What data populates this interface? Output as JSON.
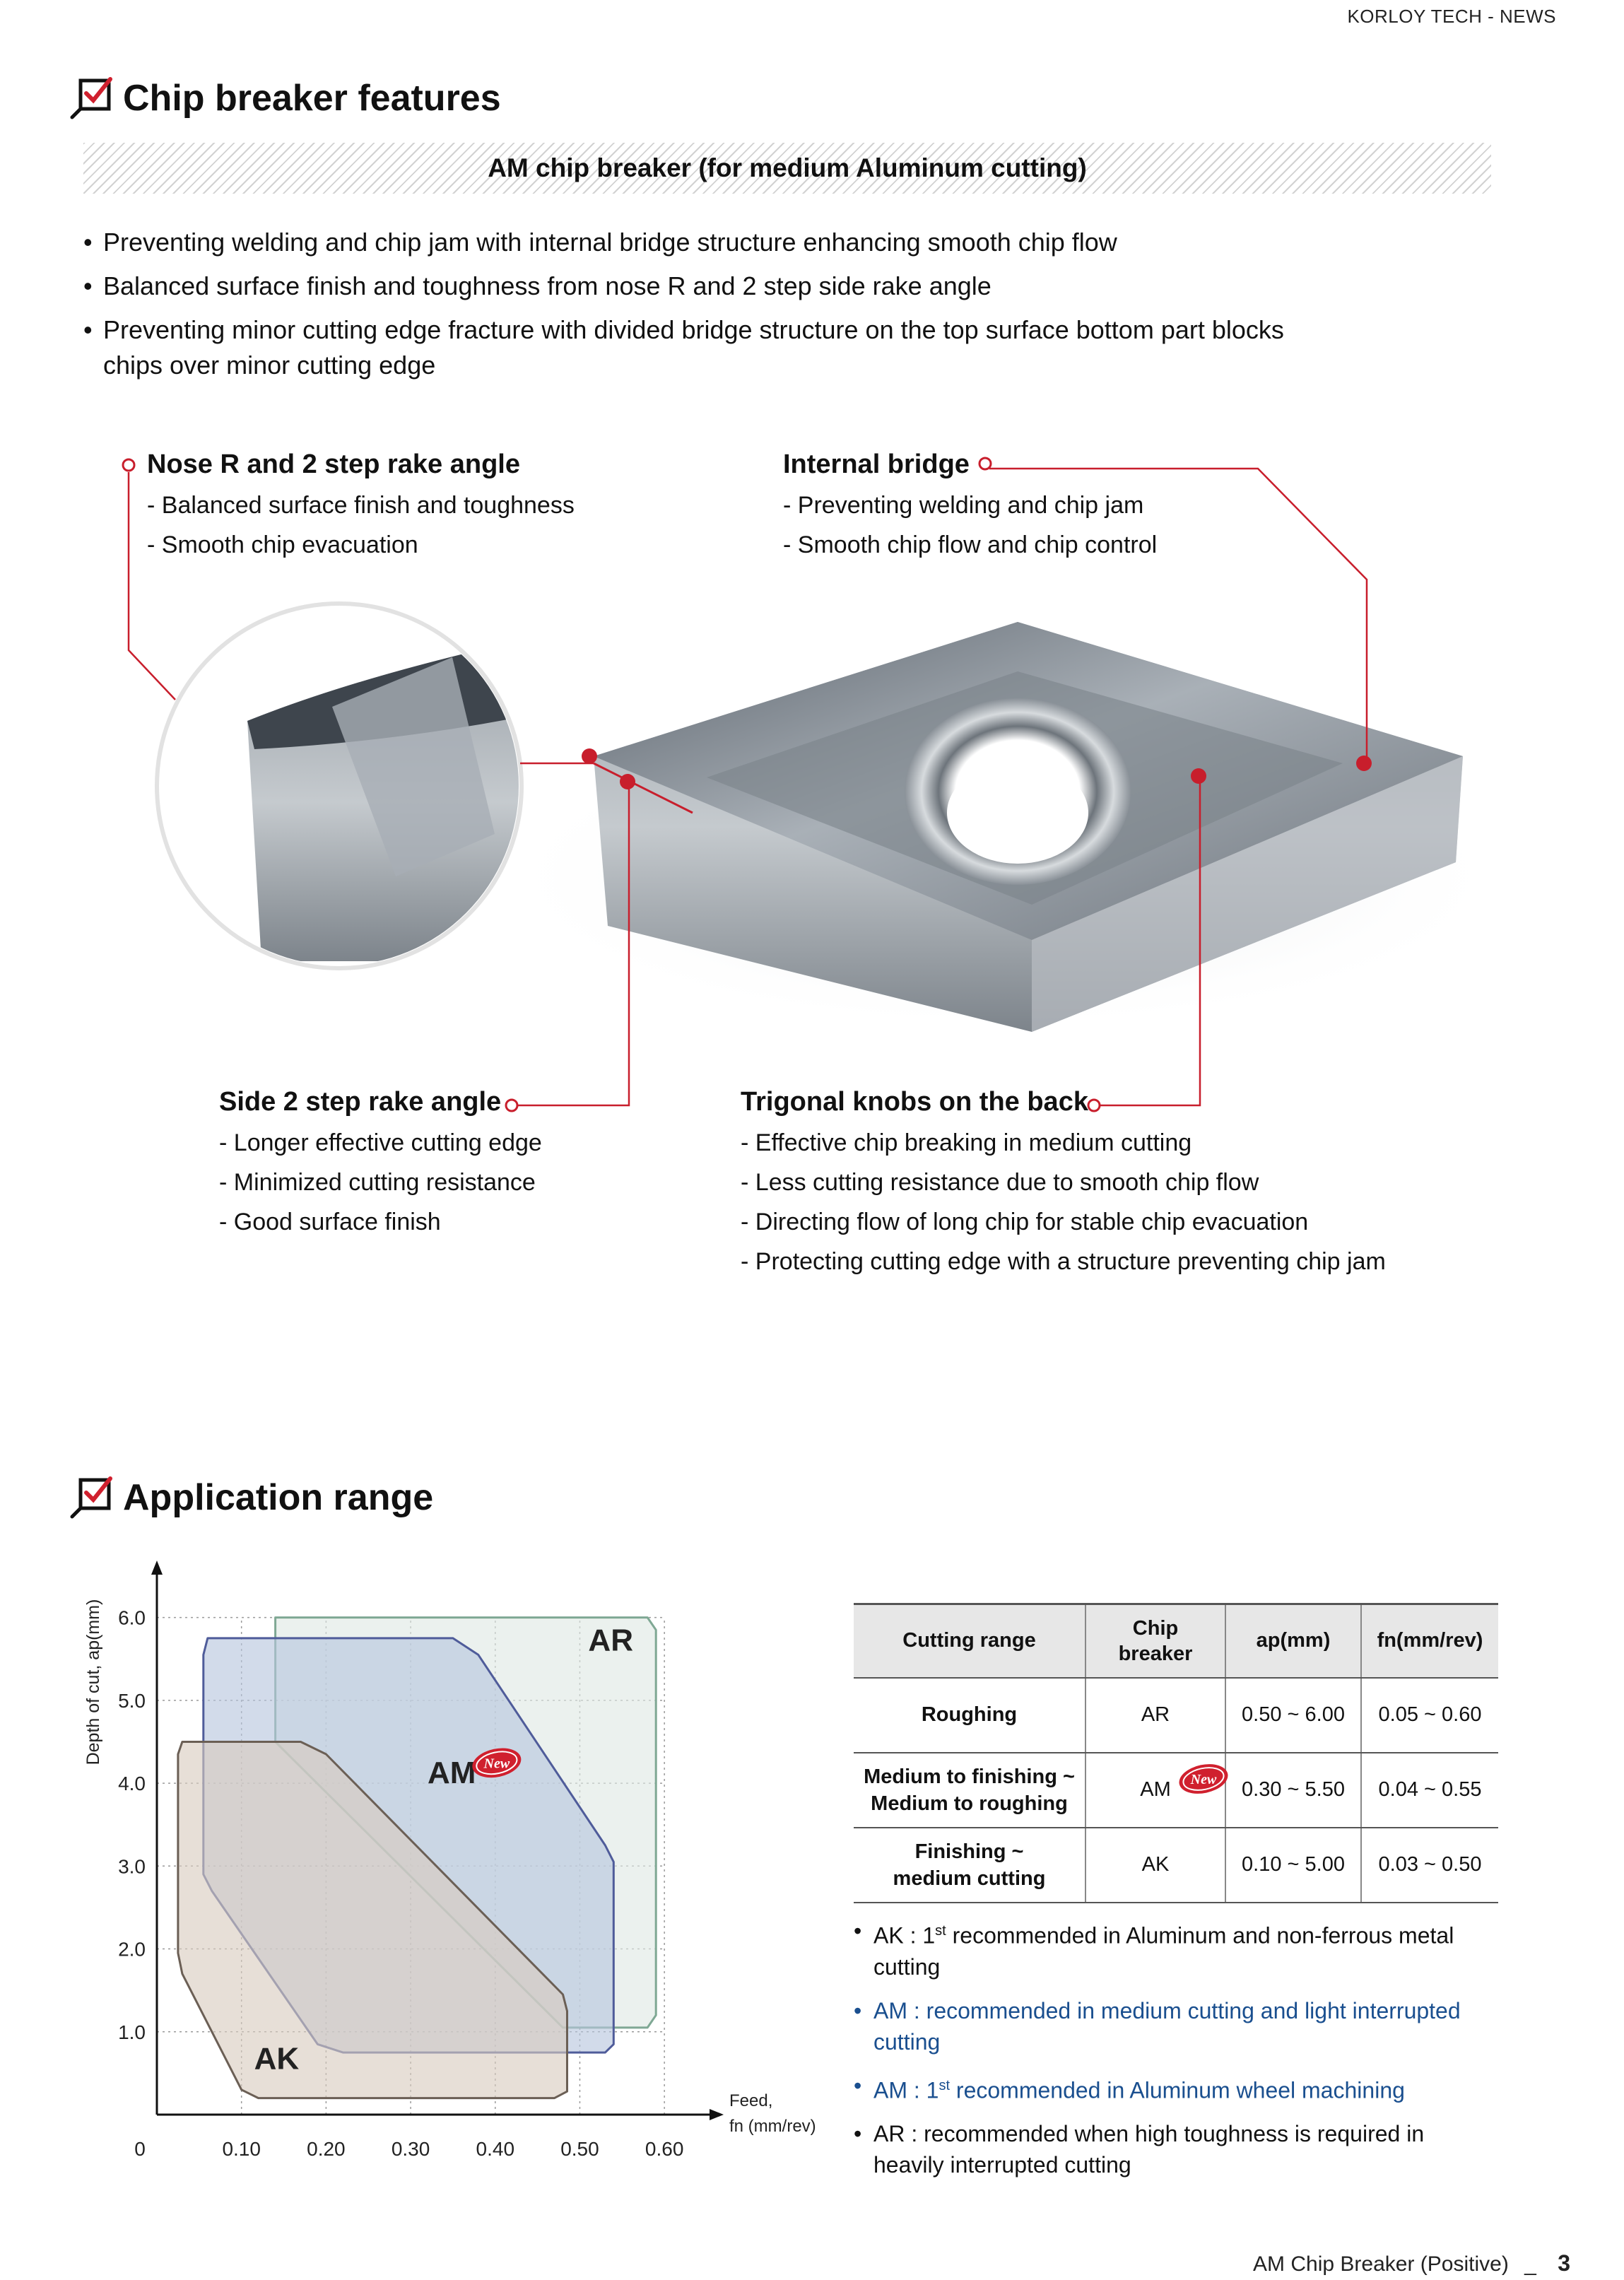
{
  "header": {
    "tag": "KORLOY TECH - NEWS"
  },
  "section1": {
    "title": "Chip breaker features",
    "banner": "AM chip breaker (for medium Aluminum cutting)",
    "bullets": [
      "Preventing welding and chip jam with internal bridge structure enhancing smooth chip flow",
      "Balanced surface finish and toughness from nose R and 2 step side rake angle",
      "Preventing minor cutting edge fracture with divided bridge structure on the top surface bottom part blocks chips over minor cutting edge"
    ]
  },
  "features": {
    "nose": {
      "title": "Nose R and 2 step rake angle",
      "items": [
        "Balanced surface finish and toughness",
        "Smooth chip evacuation"
      ]
    },
    "bridge": {
      "title": "Internal bridge",
      "items": [
        "Preventing welding and chip jam",
        "Smooth chip flow and chip control"
      ]
    },
    "side": {
      "title": "Side 2 step rake angle",
      "items": [
        "Longer effective cutting edge",
        "Minimized cutting resistance",
        "Good surface finish"
      ]
    },
    "knobs": {
      "title": "Trigonal knobs on the back",
      "items": [
        "Effective chip breaking in medium cutting",
        "Less cutting resistance due to smooth chip flow",
        "Directing flow of long chip for stable chip evacuation",
        "Protecting cutting edge with a structure preventing chip jam"
      ]
    }
  },
  "section2": {
    "title": "Application range"
  },
  "badge": {
    "label": "New"
  },
  "chart_data": {
    "type": "area",
    "ylabel": "Depth of cut, ap(mm)",
    "xlabel": "Feed,",
    "xlabel_unit": "fn (mm/rev)",
    "origin_label": "0",
    "x_ticks": [
      "0.10",
      "0.20",
      "0.30",
      "0.40",
      "0.50",
      "0.60"
    ],
    "y_ticks": [
      "1.0",
      "2.0",
      "3.0",
      "4.0",
      "5.0",
      "6.0"
    ],
    "xlim": [
      0,
      0.65
    ],
    "ylim": [
      0,
      6.5
    ],
    "grid": true,
    "series": [
      {
        "name": "AR",
        "color": "#7fa894",
        "fill": "#dfe9e4",
        "points": [
          [
            0.14,
            4.5
          ],
          [
            0.14,
            6.0
          ],
          [
            0.58,
            6.0
          ],
          [
            0.59,
            5.85
          ],
          [
            0.59,
            1.2
          ],
          [
            0.58,
            1.05
          ],
          [
            0.48,
            1.05
          ],
          [
            0.14,
            4.5
          ]
        ]
      },
      {
        "name": "AM",
        "color": "#4f5c9a",
        "fill": "#b7c5dd",
        "points": [
          [
            0.055,
            5.55
          ],
          [
            0.06,
            5.75
          ],
          [
            0.35,
            5.75
          ],
          [
            0.38,
            5.55
          ],
          [
            0.53,
            3.25
          ],
          [
            0.54,
            3.05
          ],
          [
            0.54,
            0.85
          ],
          [
            0.53,
            0.75
          ],
          [
            0.22,
            0.75
          ],
          [
            0.19,
            0.85
          ],
          [
            0.065,
            2.7
          ],
          [
            0.055,
            2.9
          ],
          [
            0.055,
            5.55
          ]
        ]
      },
      {
        "name": "AK",
        "color": "#6b5f55",
        "fill": "#d9cbbe",
        "points": [
          [
            0.025,
            4.35
          ],
          [
            0.03,
            4.5
          ],
          [
            0.17,
            4.5
          ],
          [
            0.2,
            4.35
          ],
          [
            0.48,
            1.45
          ],
          [
            0.485,
            1.25
          ],
          [
            0.485,
            0.28
          ],
          [
            0.47,
            0.2
          ],
          [
            0.12,
            0.2
          ],
          [
            0.1,
            0.3
          ],
          [
            0.03,
            1.7
          ],
          [
            0.025,
            1.95
          ],
          [
            0.025,
            4.35
          ]
        ]
      }
    ]
  },
  "table": {
    "headers": [
      "Cutting range",
      "Chip breaker",
      "ap(mm)",
      "fn(mm/rev)"
    ],
    "rows": [
      {
        "range": "Roughing",
        "breaker": "AR",
        "ap": "0.50 ~ 6.00",
        "fn": "0.05 ~ 0.60"
      },
      {
        "range_line1": "Medium to finishing ~",
        "range_line2": "Medium to roughing",
        "breaker": "AM",
        "ap": "0.30 ~ 5.50",
        "fn": "0.04 ~ 0.55"
      },
      {
        "range_line1": "Finishing ~",
        "range_line2": "medium cutting",
        "breaker": "AK",
        "ap": "0.10 ~ 5.00",
        "fn": "0.03 ~ 0.50"
      }
    ]
  },
  "notes": [
    {
      "pre": "AK : 1",
      "sup": "st",
      "post": " recommended in Aluminum and non-ferrous metal cutting",
      "highlight": false
    },
    {
      "text": "AM : recommended in medium cutting and light interrupted cutting",
      "highlight": true
    },
    {
      "pre": "AM : 1",
      "sup": "st",
      "post": " recommended in Aluminum wheel machining",
      "highlight": true
    },
    {
      "text": "AR : recommended when high toughness is required in heavily interrupted cutting",
      "highlight": false
    }
  ],
  "footer": {
    "title": "AM Chip Breaker (Positive)",
    "page": "3"
  },
  "colors": {
    "accent": "#d0202e",
    "note_blue": "#1a4f8f"
  }
}
